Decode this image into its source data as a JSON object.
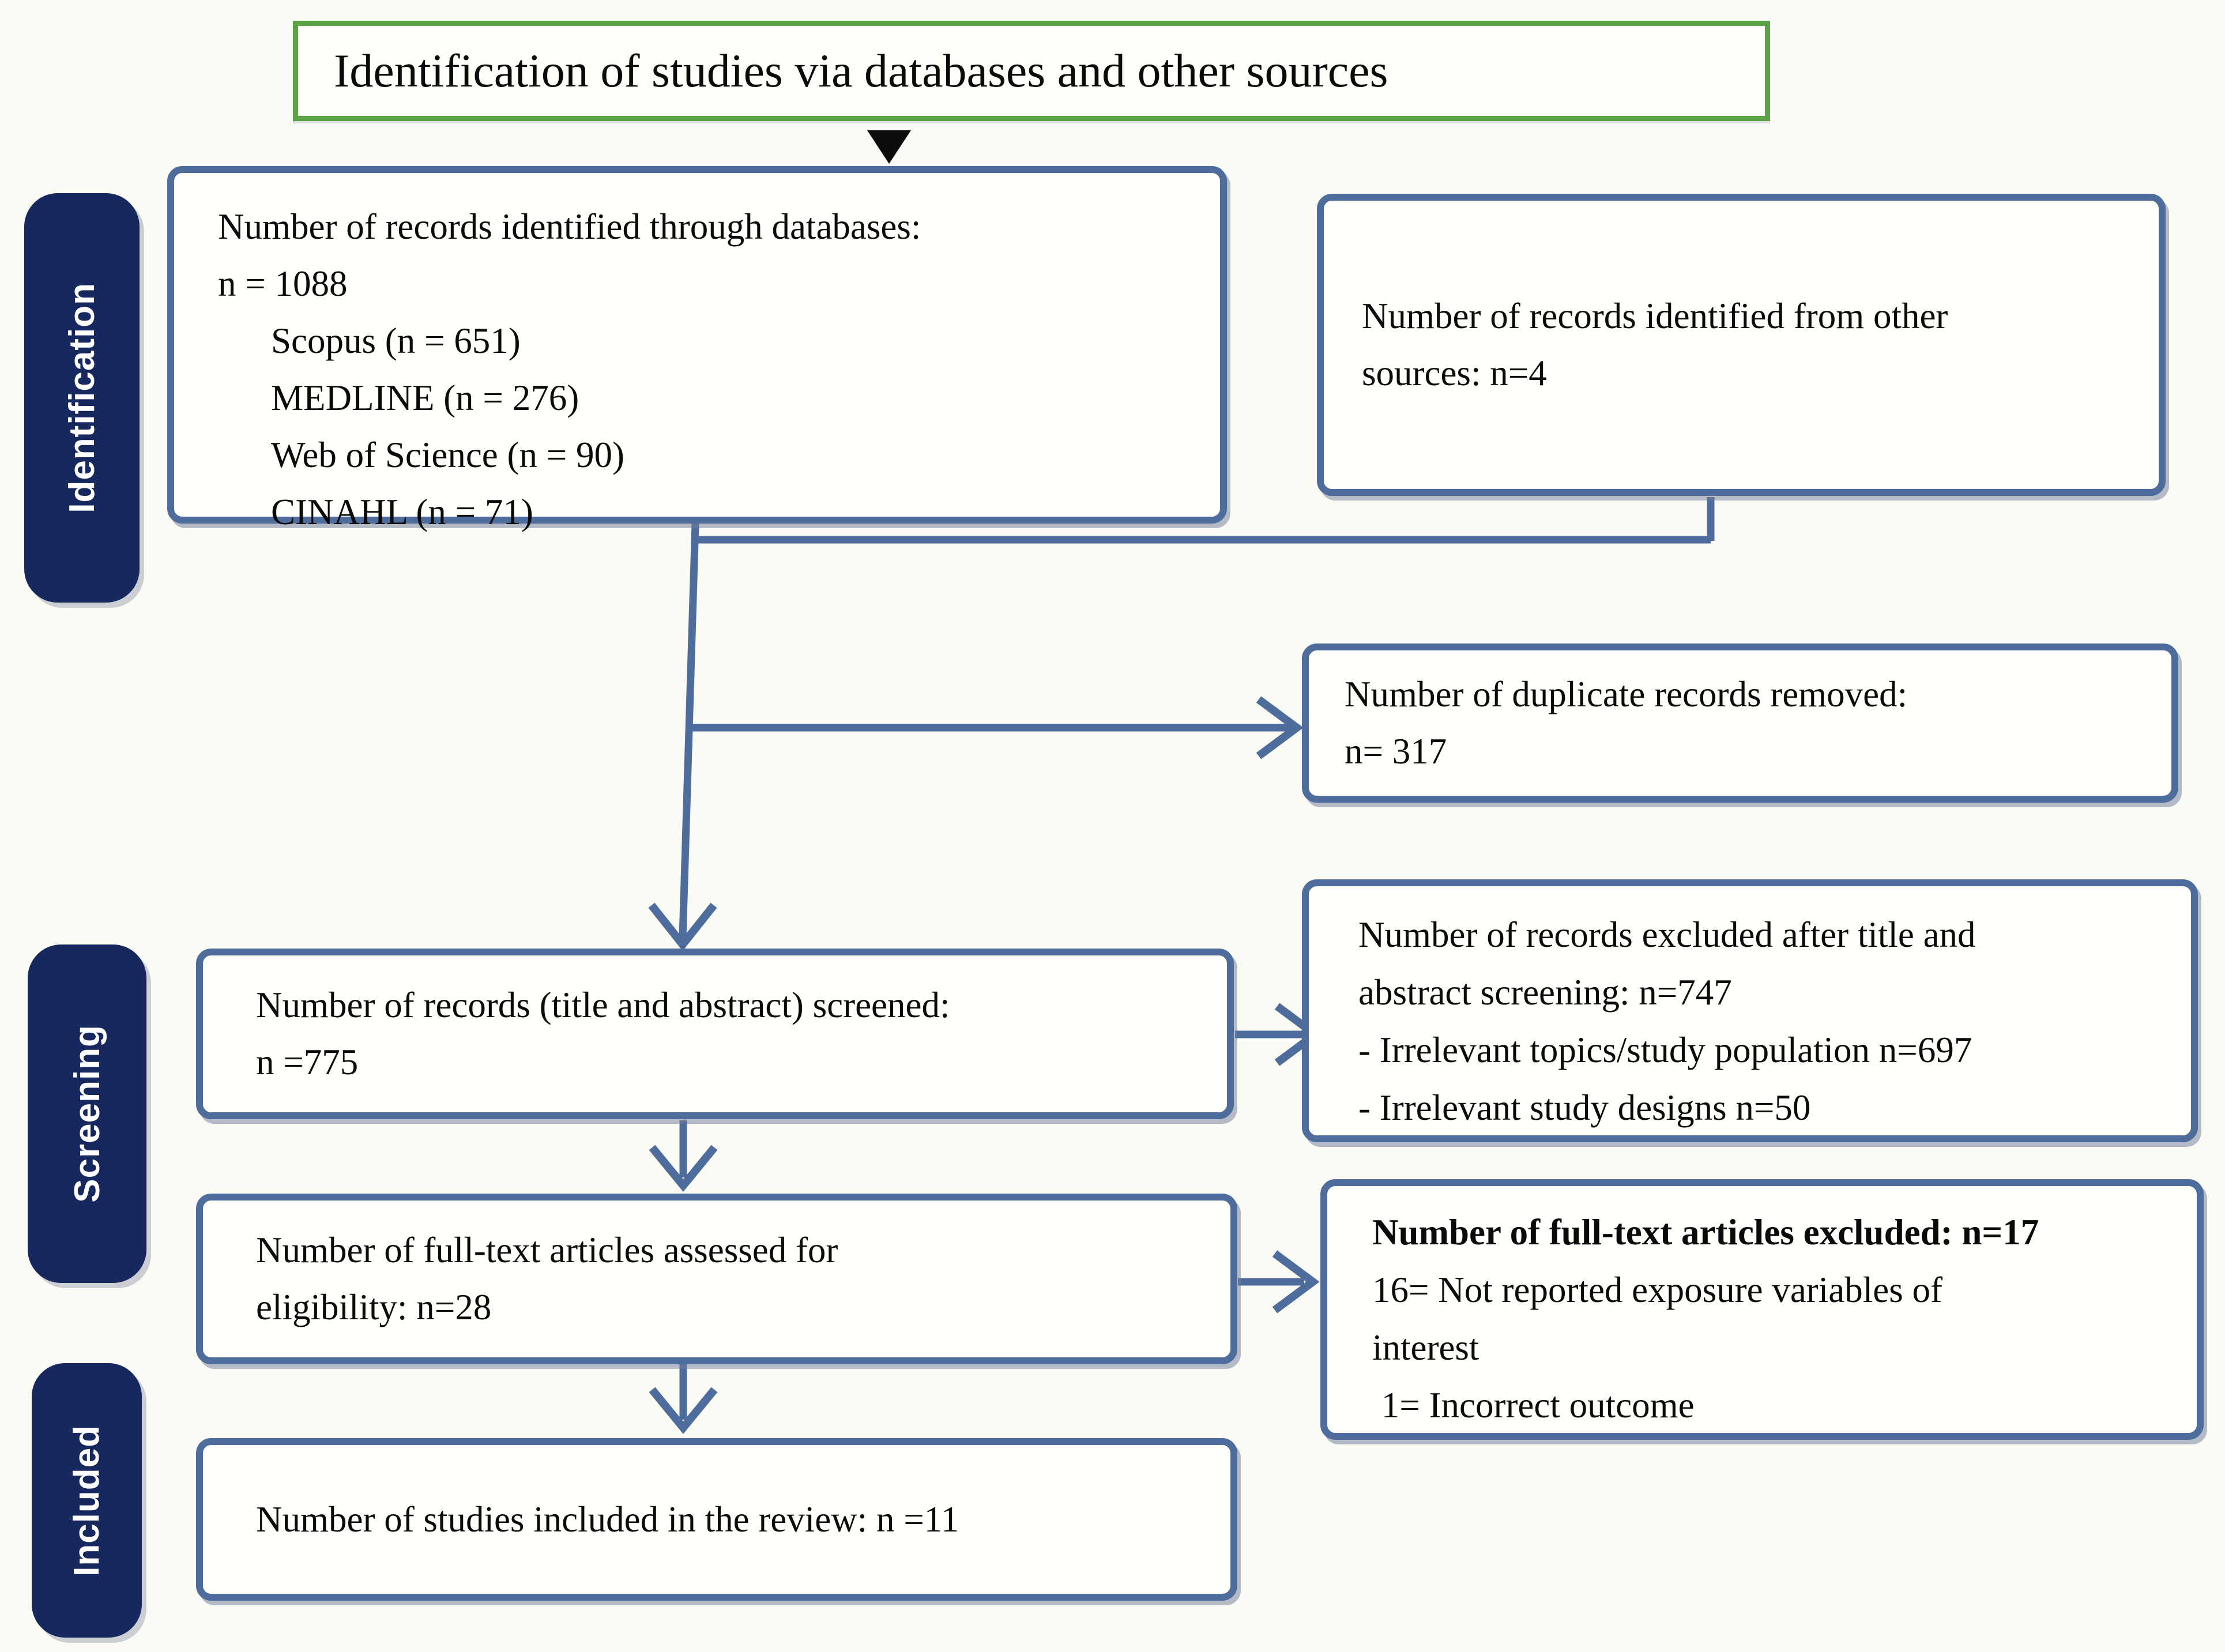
{
  "title": "Identification of studies via databases and other sources",
  "stages": {
    "identification": "Identification",
    "screening": "Screening",
    "included": "Included"
  },
  "boxes": {
    "databases": {
      "lines": [
        "Number of records identified through databases:",
        "n = 1088"
      ],
      "items": [
        "Scopus (n = 651)",
        "MEDLINE (n = 276)",
        "Web of Science (n = 90)",
        "CINAHL (n = 71)"
      ]
    },
    "other_sources": {
      "lines": [
        "Number of records identified from other",
        "sources: n=4"
      ]
    },
    "duplicates_removed": {
      "lines": [
        "Number of duplicate records removed:",
        "n= 317"
      ]
    },
    "records_screened": {
      "lines": [
        "Number of records (title and abstract) screened:",
        "n =775"
      ]
    },
    "excluded_screening": {
      "lines": [
        "Number of records excluded after title and",
        "abstract screening: n=747",
        "- Irrelevant topics/study population n=697",
        "- Irrelevant study designs n=50"
      ]
    },
    "fulltext_assessed": {
      "lines": [
        "Number of full-text articles assessed for",
        "eligibility: n=28"
      ]
    },
    "excluded_fulltext": {
      "heading": "Number of full-text articles excluded: n=17",
      "lines": [
        "16= Not reported exposure variables of",
        "interest",
        " 1= Incorrect outcome"
      ]
    },
    "studies_included": {
      "lines": [
        "Number of studies included in the review: n =11"
      ]
    }
  },
  "colors": {
    "box_border_blue": "#4e6d9d",
    "arrow_blue": "#4e6d9d",
    "stage_badge_navy": "#17285e",
    "title_border_green": "#5aa244",
    "title_arrow_black": "#0c0c0c",
    "background": "#fbfbf5"
  }
}
